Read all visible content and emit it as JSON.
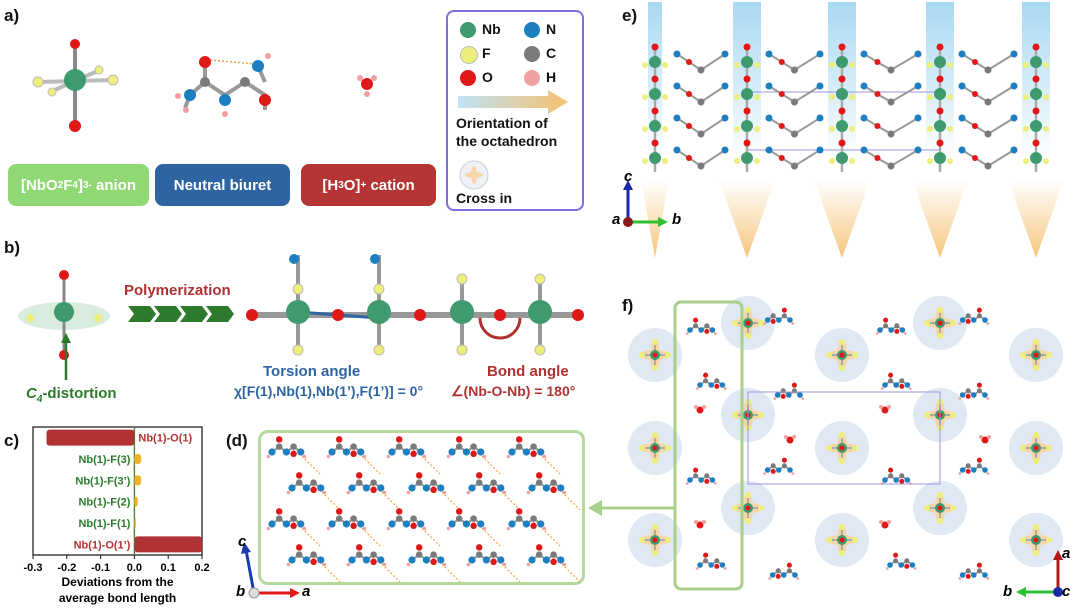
{
  "panels": {
    "a": "a)",
    "b": "b)",
    "c": "c)",
    "d": "(d)",
    "e": "e)",
    "f": "f)"
  },
  "species": {
    "anion": {
      "pre": "[NbO",
      "sub1": "2",
      "mid": "F",
      "sub2": "4",
      "close": "]",
      "sup": "3-",
      "post": " anion",
      "color": "#8fd873"
    },
    "biuret": {
      "label": "Neutral biuret",
      "color": "#2f64a3"
    },
    "cation": {
      "pre": "[H",
      "sub": "3",
      "post": "O]",
      "sup": "+",
      "tail": " cation",
      "color": "#b53434"
    }
  },
  "legend": {
    "items": [
      {
        "label": "Nb",
        "color": "#3f9a6e"
      },
      {
        "label": "N",
        "color": "#1d7fc0"
      },
      {
        "label": "F",
        "color": "#eeee7a"
      },
      {
        "label": "C",
        "color": "#7a7a7a"
      },
      {
        "label": "O",
        "color": "#e01818"
      },
      {
        "label": "H",
        "color": "#f0a0a0"
      }
    ],
    "orientation_line1": "Orientation of",
    "orientation_line2": "the octahedron",
    "cross_label": "Cross in"
  },
  "panel_b": {
    "polymerization": "Polymerization",
    "distortion_sym": "C",
    "distortion_sub": "4",
    "distortion_tail": "-distortion",
    "torsion_title": "Torsion angle",
    "torsion_value": "χ[F(1),Nb(1),Nb(1’),F(1’)] = 0°",
    "bond_title": "Bond angle",
    "bond_value": "∠(Nb-O-Nb) = 180°"
  },
  "chart_data": {
    "type": "bar",
    "orientation": "horizontal",
    "categories": [
      "Nb(1)-O(1)",
      "Nb(1)-F(3)",
      "Nb(1)-F(3’)",
      "Nb(1)-F(2)",
      "Nb(1)-F(1)",
      "Nb(1)-O(1’)"
    ],
    "values": [
      -0.26,
      0.02,
      0.02,
      0.01,
      0.0,
      0.2
    ],
    "xlabel_line1": "Deviations from the",
    "xlabel_line2": "average bond length",
    "xlim": [
      -0.3,
      0.2
    ],
    "xticks": [
      "-0.3",
      "-0.2",
      "-0.1",
      "0.0",
      "0.1",
      "0.2"
    ],
    "colors": {
      "large": "#b03232",
      "small": "#f2b225",
      "label_red": "#b03232",
      "label_green": "#2d7a2d"
    }
  },
  "axes": {
    "d": {
      "up": "c",
      "origin": "b",
      "right": "a"
    },
    "e": {
      "up": "c",
      "origin": "a",
      "right": "b"
    },
    "f": {
      "up": "a",
      "origin": "c",
      "left": "b"
    }
  }
}
